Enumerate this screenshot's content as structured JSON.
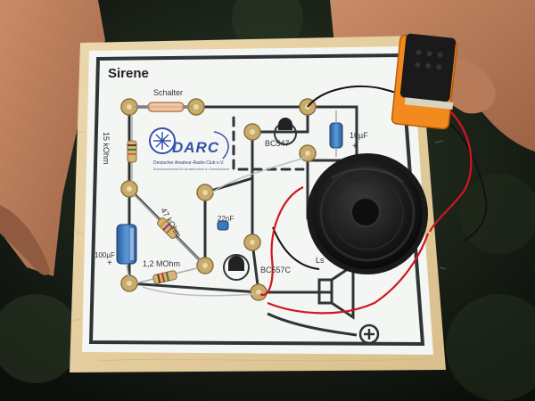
{
  "board": {
    "title": "Sirene",
    "switch_label": "Schalter",
    "r1_label": "15 kOhm",
    "r2_label": "47 kOhm",
    "r3_label": "1,2 MOhm",
    "c1_label": "100µF",
    "c2_label": "22nF",
    "c3_label": "10µF",
    "t1_label": "BC547",
    "t2_label": "BC557C",
    "speaker_label": "Ls",
    "plus": "+",
    "logo_name": "DARC",
    "club_name": "Deutscher Amateur-Radio-Club e.V.",
    "club_tagline": "Bundesverband für Amateurfunk in Deutschland"
  },
  "colors": {
    "wood": "#e8d3a8",
    "paper": "#f4f6f4",
    "trace": "#2f3436",
    "battery_orange": "#f28a1e",
    "wire_red": "#d0161e",
    "cap_blue": "#3a78c0",
    "logo_blue": "#3550a8"
  },
  "icons": [
    "battery-icon",
    "speaker-icon",
    "loudspeaker-symbol-icon",
    "darc-logo-icon",
    "plus-terminal-icon"
  ]
}
